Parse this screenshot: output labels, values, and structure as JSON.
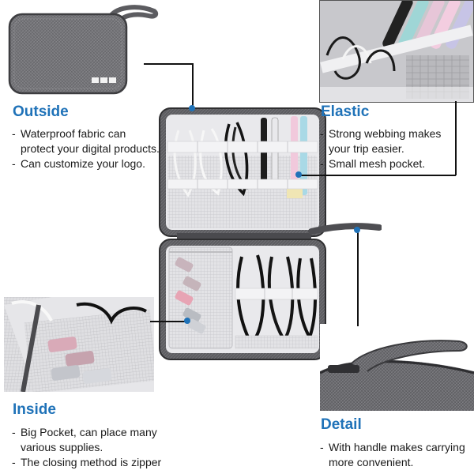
{
  "sections": {
    "outside": {
      "title": "Outside",
      "items": [
        "Waterproof fabric can protect your digital products.",
        "Can customize your logo."
      ]
    },
    "elastic": {
      "title": "Elastic",
      "items": [
        "Strong webbing makes your trip easier.",
        "Small mesh pocket."
      ]
    },
    "inside": {
      "title": "Inside",
      "items": [
        "Big Pocket, can place many various supplies.",
        "The closing method is zipper"
      ]
    },
    "detail": {
      "title": "Detail",
      "items": [
        "With handle makes carrying more convenient."
      ]
    }
  },
  "colors": {
    "accent": "#1f72b8",
    "fabric": "#6f6f72",
    "mesh": "#e4e4e6"
  },
  "icons": [
    "closed-organizer-photo",
    "elastic-pens-photo",
    "open-organizer-photo",
    "inside-pocket-photo",
    "handle-detail-photo"
  ]
}
